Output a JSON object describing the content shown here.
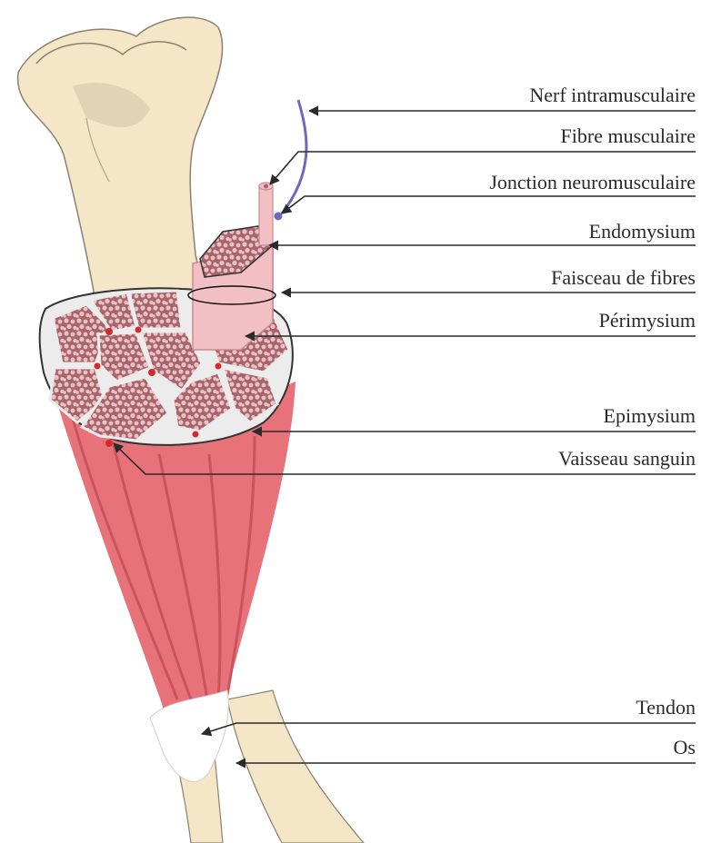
{
  "labels": {
    "nerf": "Nerf intramusculaire",
    "fibre": "Fibre musculaire",
    "jonction": "Jonction neuromusculaire",
    "endomysium": "Endomysium",
    "faisceau": "Faisceau de fibres",
    "perimysium": "Périmysium",
    "epimysium": "Epimysium",
    "vaisseau": "Vaisseau sanguin",
    "tendon": "Tendon",
    "os": "Os"
  },
  "colors": {
    "bone": "#f5e6c8",
    "bone_outline": "#8a8070",
    "muscle": "#e8727a",
    "muscle_dark": "#c9545e",
    "fascicle": "#a8646c",
    "fibre_pink": "#f2c0c4",
    "nerve": "#6b6bb8",
    "tendon": "#ffffff",
    "vessel": "#d32a2a",
    "leader": "#2a2a2a"
  }
}
